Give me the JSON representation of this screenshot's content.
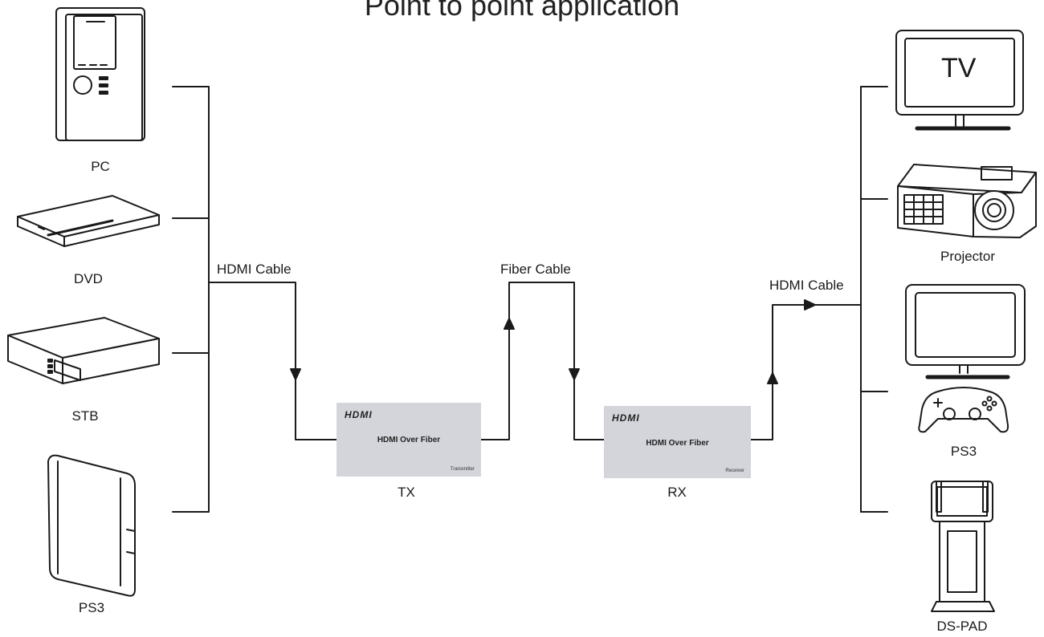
{
  "title": "Point to point application",
  "sources": {
    "pc": "PC",
    "dvd": "DVD",
    "stb": "STB",
    "ps3": "PS3"
  },
  "displays": {
    "projector": "Projector",
    "ps3": "PS3",
    "ds_pad": "DS-PAD",
    "tv_screen_text": "TV"
  },
  "cables": {
    "input": "HDMI Cable",
    "fiber": "Fiber Cable",
    "output": "HDMI Cable"
  },
  "transmitter": {
    "logo": "HDMI",
    "name": "HDMI Over Fiber",
    "role": "Transmitter",
    "label": "TX"
  },
  "receiver": {
    "logo": "HDMI",
    "name": "HDMI Over Fiber",
    "role": "Receiver",
    "label": "RX"
  },
  "colors": {
    "line": "#1a1a1a",
    "device_box": "#d3d5db",
    "background": "#ffffff"
  }
}
